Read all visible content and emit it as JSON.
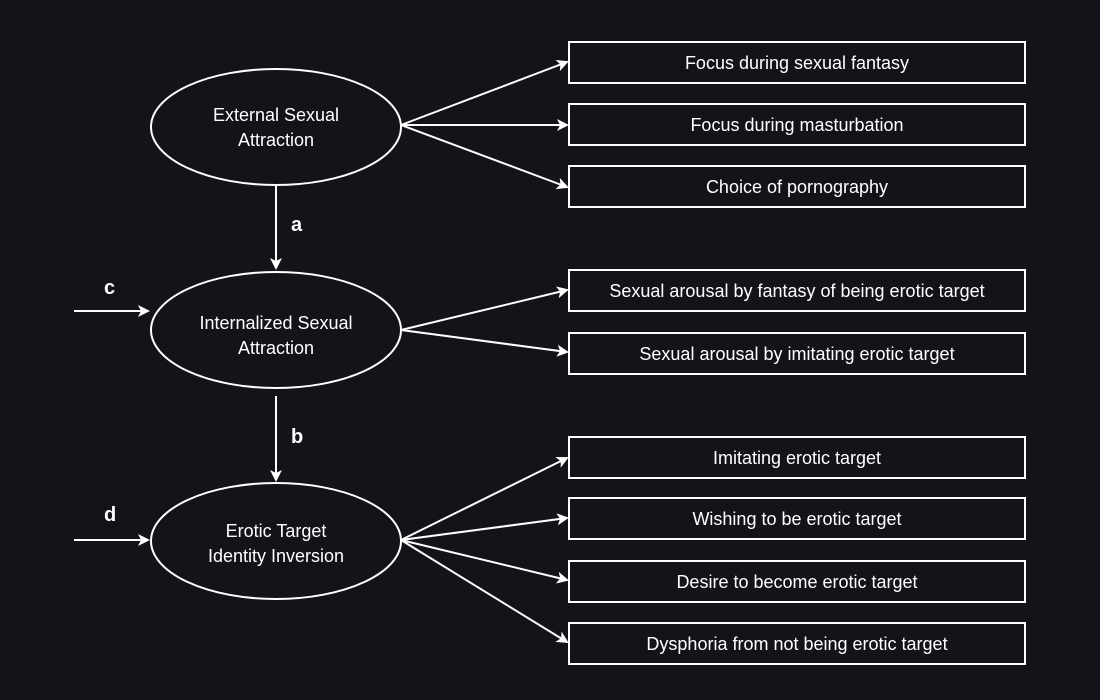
{
  "colors": {
    "background": "#15121a",
    "stroke": "#ffffff",
    "text": "#ffffff"
  },
  "latent_nodes": [
    {
      "line1": "External Sexual",
      "line2": "Attraction"
    },
    {
      "line1": "Internalized Sexual",
      "line2": "Attraction"
    },
    {
      "line1": "Erotic Target",
      "line2": "Identity Inversion"
    }
  ],
  "path_labels": {
    "a": "a",
    "b": "b",
    "c": "c",
    "d": "d"
  },
  "indicators": {
    "external": [
      "Focus during sexual fantasy",
      "Focus during masturbation",
      "Choice of pornography"
    ],
    "internalized": [
      "Sexual arousal by fantasy of being erotic target",
      "Sexual arousal by imitating erotic target"
    ],
    "inversion": [
      "Imitating erotic target",
      "Wishing to be erotic target",
      "Desire to become erotic target",
      "Dysphoria from not being erotic target"
    ]
  }
}
